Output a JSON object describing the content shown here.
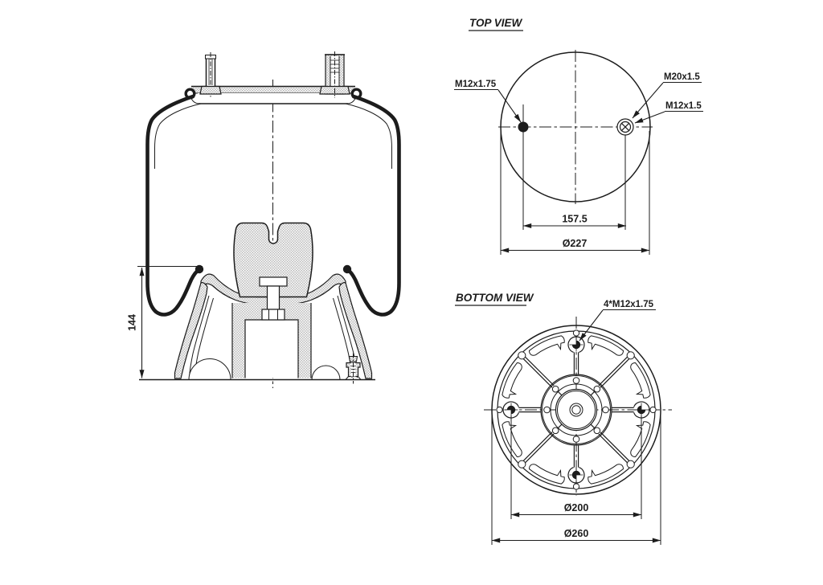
{
  "drawing": {
    "side_view": {
      "dim_height": "144"
    },
    "top_view": {
      "title": "TOP VIEW",
      "label_stud": "M12x1.75",
      "label_port_outer": "M20x1.5",
      "label_port_inner": "M12x1.5",
      "dim_spacing": "157.5",
      "dim_diameter": "Ø227"
    },
    "bottom_view": {
      "title": "BOTTOM VIEW",
      "label_bolts": "4*M12x1.75",
      "dim_bolt_circle": "Ø200",
      "dim_outer": "Ø260"
    },
    "colors": {
      "line": "#1c1c1c",
      "background": "#ffffff",
      "stipple": "#b3b3b3"
    }
  }
}
